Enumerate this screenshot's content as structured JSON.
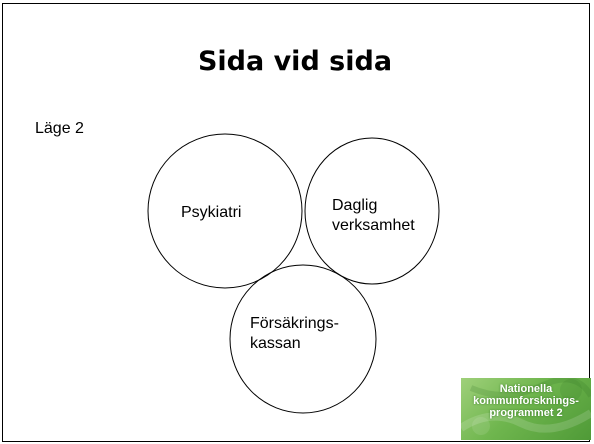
{
  "slide": {
    "title": "Sida vid sida",
    "subtitle": "Läge 2"
  },
  "diagram": {
    "circles": [
      {
        "id": "psykiatri",
        "label": "Psykiatri"
      },
      {
        "id": "daglig",
        "label": "Daglig\nverksamhet"
      },
      {
        "id": "forsakring",
        "label": "Försäkrings-\nkassan"
      }
    ]
  },
  "logo": {
    "text": "Nationella\nkommunforsknings-\nprogrammet 2",
    "colors": {
      "light": "#9fd07a",
      "dark": "#4f9a37"
    }
  }
}
